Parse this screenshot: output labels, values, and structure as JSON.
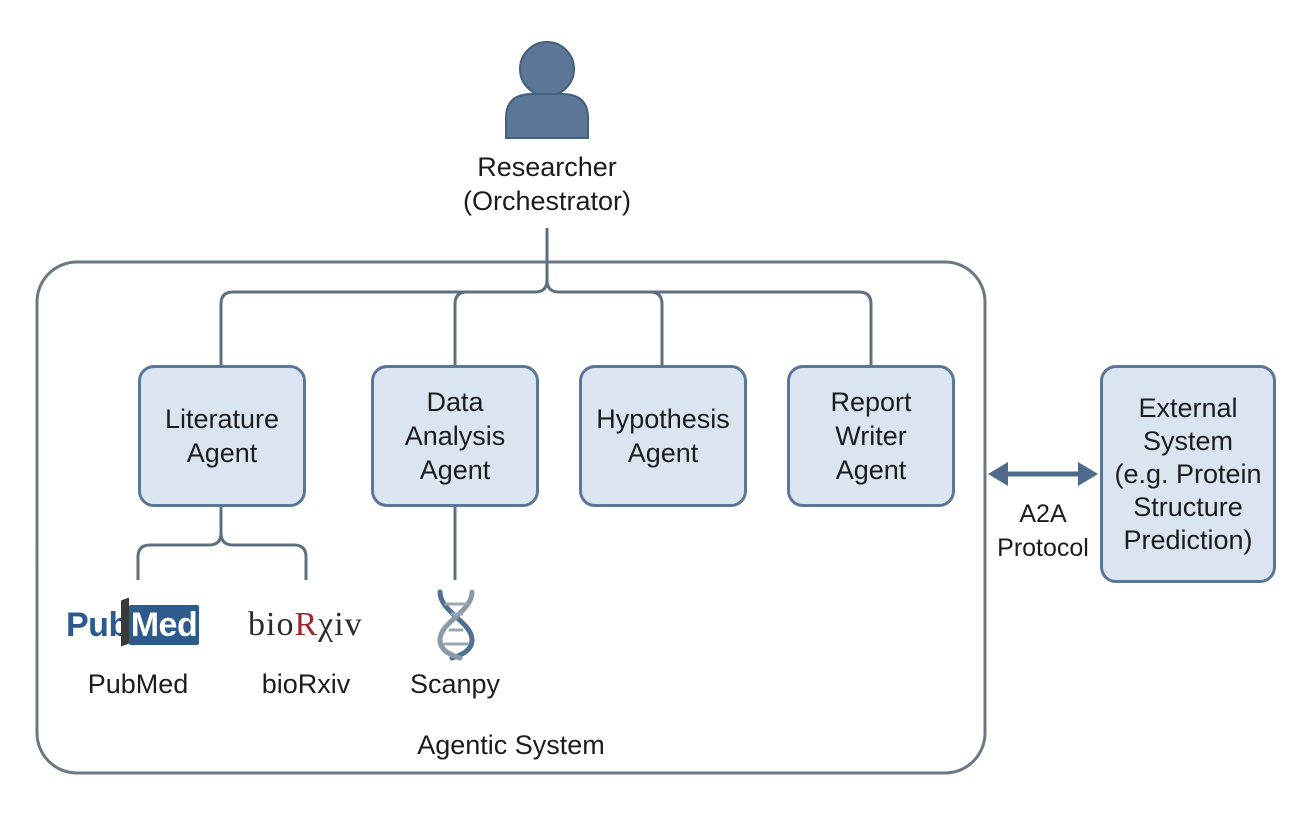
{
  "orchestrator": {
    "line1": "Researcher",
    "line2": "(Orchestrator)"
  },
  "system": {
    "label": "Agentic System"
  },
  "agents": [
    {
      "label": "Literature\nAgent"
    },
    {
      "label": "Data\nAnalysis\nAgent"
    },
    {
      "label": "Hypothesis\nAgent"
    },
    {
      "label": "Report\nWriter\nAgent"
    }
  ],
  "tools": {
    "pubmed": {
      "logo_a": "Pub",
      "logo_b": "Med",
      "label": "PubMed"
    },
    "biorxiv": {
      "logo_a": "bio",
      "logo_b": "R",
      "logo_c": "χiv",
      "label": "bioRxiv"
    },
    "scanpy": {
      "label": "Scanpy"
    }
  },
  "protocol": {
    "line1": "A2A",
    "line2": "Protocol"
  },
  "external": {
    "label": "External\nSystem\n(e.g. Protein\nStructure\nPrediction)"
  },
  "colors": {
    "box_fill": "#dbe5f1",
    "box_border": "#5b7696",
    "connector": "#5f6f80",
    "container_border": "#6b7785",
    "person_icon": "#5b7696",
    "arrow": "#4f6a8a"
  },
  "icons": [
    "person-icon",
    "pubmed-logo",
    "biorxiv-logo",
    "dna-icon",
    "double-arrow-icon"
  ]
}
